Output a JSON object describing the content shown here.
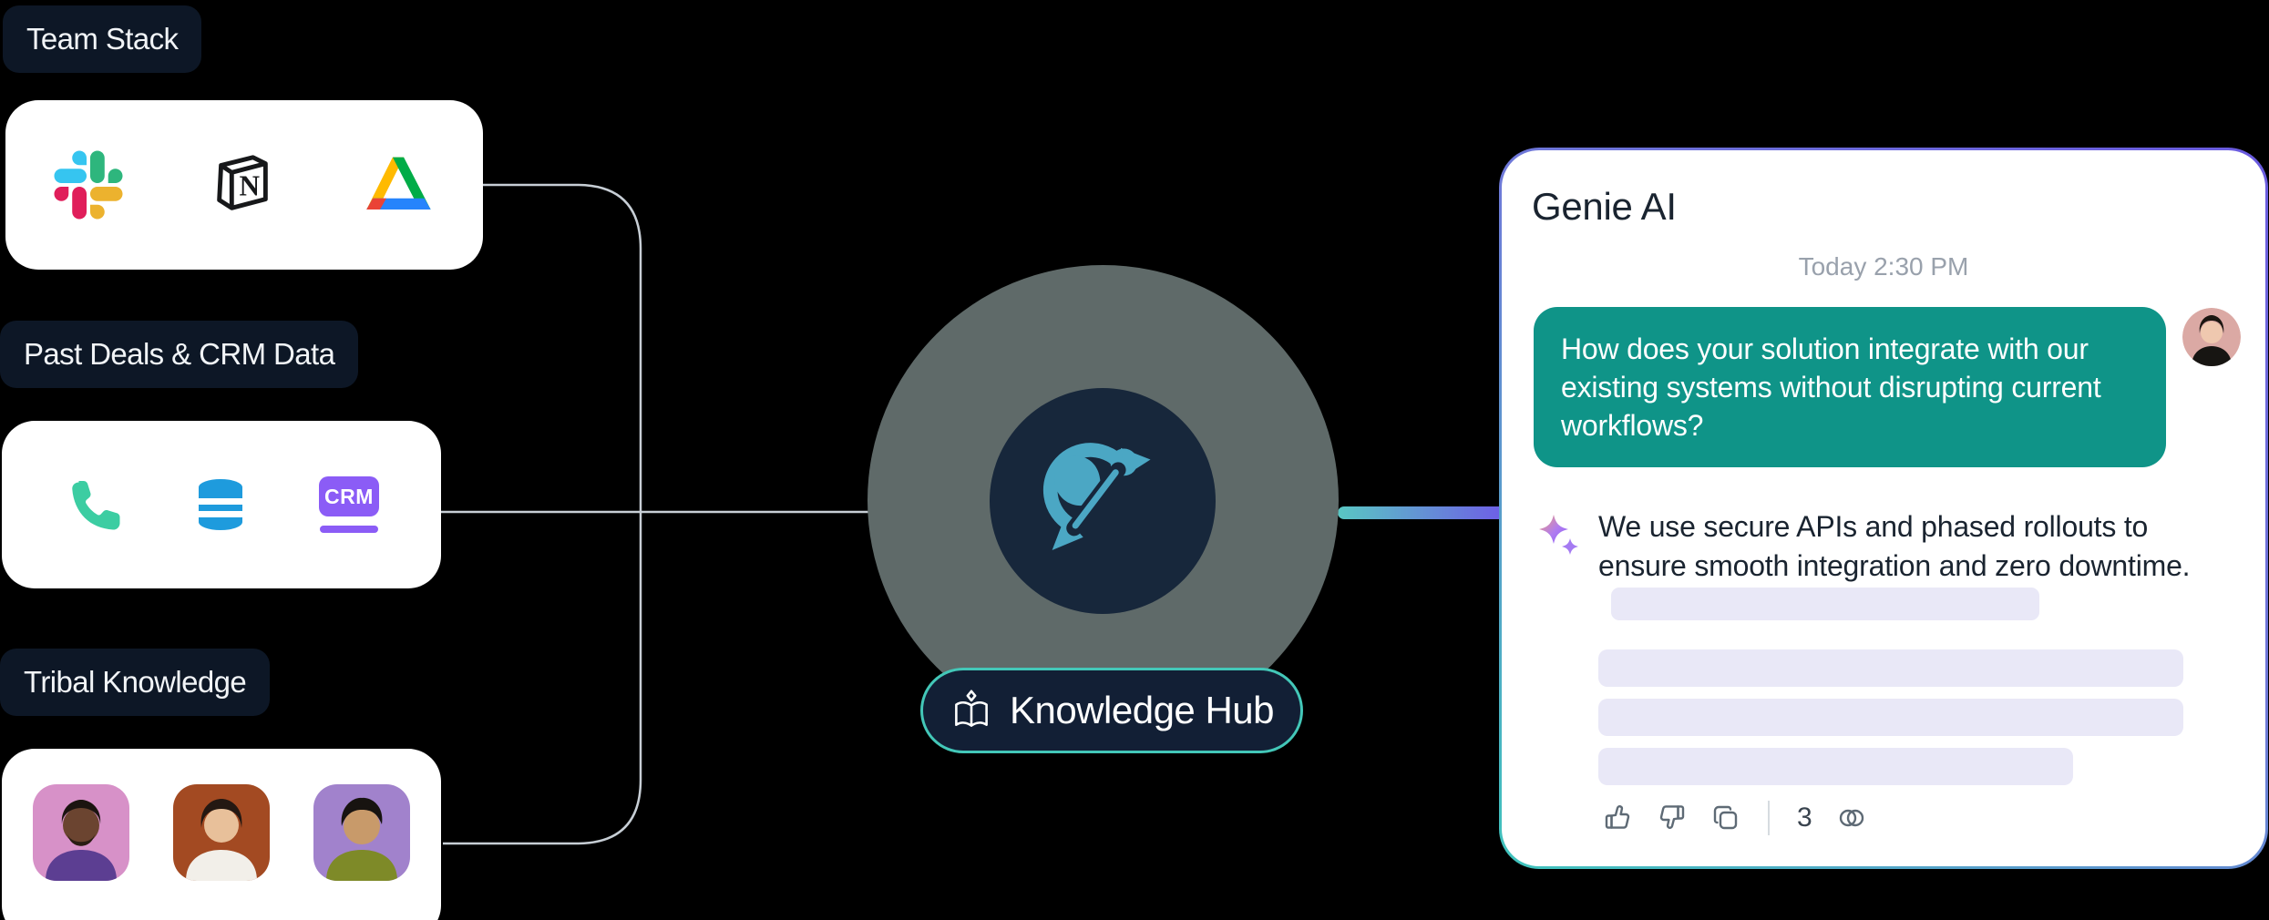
{
  "canvas": {
    "background": "#000000"
  },
  "sources": {
    "team_stack": {
      "label": "Team Stack",
      "icons": [
        "slack-icon",
        "notion-icon",
        "google-drive-icon"
      ]
    },
    "past_deals": {
      "label": "Past Deals & CRM Data",
      "icons": [
        "phone-icon",
        "database-icon",
        "crm-badge"
      ],
      "crm_badge_label": "CRM"
    },
    "tribal_knowledge": {
      "label": "Tribal Knowledge",
      "avatars": [
        "man-pink-background",
        "woman-rust-background",
        "man-purple-background"
      ]
    }
  },
  "hub": {
    "label": "Knowledge Hub",
    "icons": [
      "open-book-icon",
      "bird-logo"
    ]
  },
  "chat": {
    "title": "Genie AI",
    "timestamp": "Today 2:30 PM",
    "user_message": "How does your solution integrate with our existing systems without disrupting current workflows?",
    "ai_message": "We use secure APIs and phased rollouts to ensure smooth integration and zero downtime.",
    "reply_count": "3",
    "actions": [
      "thumbs-up",
      "thumbs-down",
      "copy",
      "reply-links"
    ],
    "skeleton_bars": 4
  },
  "colors": {
    "label_pill_bg": "#0D1726",
    "bubble_teal": "#0F9488",
    "hub_border_teal": "#43C7B8",
    "hub_pill_bg": "#121F35",
    "hub_outer_circle": "#5F6A69",
    "hub_inner_circle": "#17273B",
    "bird_teal": "#4BA7C4",
    "connector_line": "#C7CED5",
    "connector_gradient_start": "#59C7C3",
    "connector_gradient_end": "#6E5EE6",
    "card_border_gradient_top": "#6A5ADF",
    "card_border_gradient_bottom": "#3FC4BC",
    "crm_purple": "#8B5CF6",
    "skeleton_lavender": "#E9E8F7",
    "sparkle_gradient": [
      "#F09B78",
      "#8B5CF6"
    ],
    "slack_colors": [
      "#36C5F0",
      "#2EB67D",
      "#ECB22E",
      "#E01E5A"
    ],
    "drive_colors": [
      "#FFBA00",
      "#00AC47",
      "#2684FC",
      "#EA4335"
    ],
    "phone_teal": "#3CCDA2",
    "database_blue": "#1E9BDD"
  }
}
